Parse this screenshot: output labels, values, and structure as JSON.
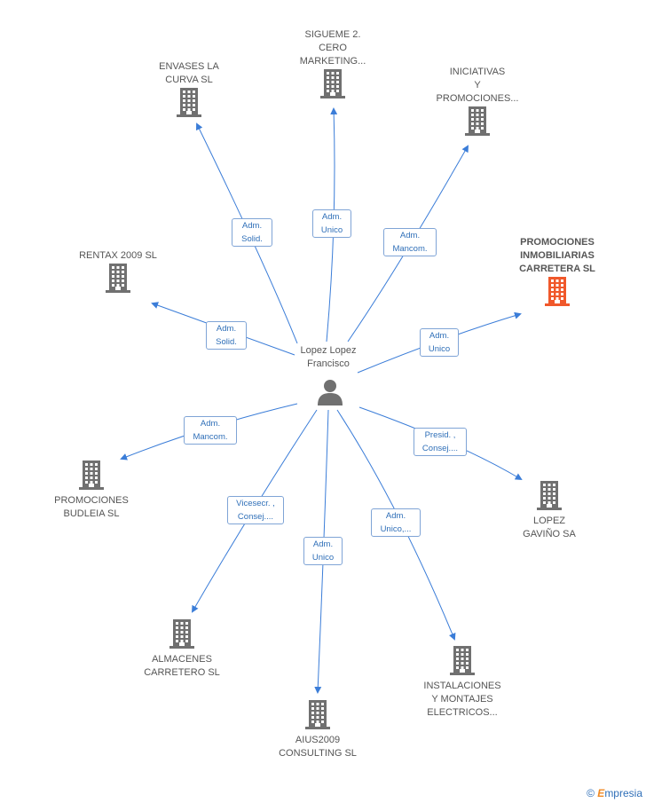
{
  "center": {
    "name": "Lopez Lopez\nFrancisco"
  },
  "companies": [
    {
      "id": "envases",
      "name": "ENVASES LA\nCURVA SL",
      "highlight": false
    },
    {
      "id": "sigueme",
      "name": "SIGUEME 2.\nCERO\nMARKETING...",
      "highlight": false
    },
    {
      "id": "iniciativas",
      "name": "INICIATIVAS\nY\nPROMOCIONES...",
      "highlight": false
    },
    {
      "id": "rentax",
      "name": "RENTAX 2009 SL",
      "highlight": false
    },
    {
      "id": "carretera",
      "name": "PROMOCIONES\nINMOBILIARIAS\nCARRETERA SL",
      "highlight": true
    },
    {
      "id": "budleia",
      "name": "PROMOCIONES\nBUDLEIA SL",
      "highlight": false
    },
    {
      "id": "gavino",
      "name": "LOPEZ\nGAVIÑO SA",
      "highlight": false
    },
    {
      "id": "almacenes",
      "name": "ALMACENES\nCARRETERO SL",
      "highlight": false
    },
    {
      "id": "instalaciones",
      "name": "INSTALACIONES\nY MONTAJES\nELECTRICOS...",
      "highlight": false
    },
    {
      "id": "aius",
      "name": "AIUS2009\nCONSULTING SL",
      "highlight": false
    }
  ],
  "relations": [
    {
      "to": "envases",
      "label": "Adm.\nSolid."
    },
    {
      "to": "sigueme",
      "label": "Adm.\nUnico"
    },
    {
      "to": "iniciativas",
      "label": "Adm.\nMancom."
    },
    {
      "to": "rentax",
      "label": "Adm.\nSolid."
    },
    {
      "to": "carretera",
      "label": "Adm.\nUnico"
    },
    {
      "to": "budleia",
      "label": "Adm.\nMancom."
    },
    {
      "to": "gavino",
      "label": "Presid. ,\nConsej...."
    },
    {
      "to": "almacenes",
      "label": "Vicesecr. ,\nConsej...."
    },
    {
      "to": "aius",
      "label": "Adm.\nUnico"
    },
    {
      "to": "instalaciones",
      "label": "Adm.\nUnico,..."
    }
  ],
  "colors": {
    "edge": "#3b7dd8",
    "building": "#707070",
    "building_highlight": "#f0582b",
    "person": "#707070"
  },
  "footer": {
    "copyright": "©",
    "brand_initial": "E",
    "brand_rest": "mpresia"
  }
}
